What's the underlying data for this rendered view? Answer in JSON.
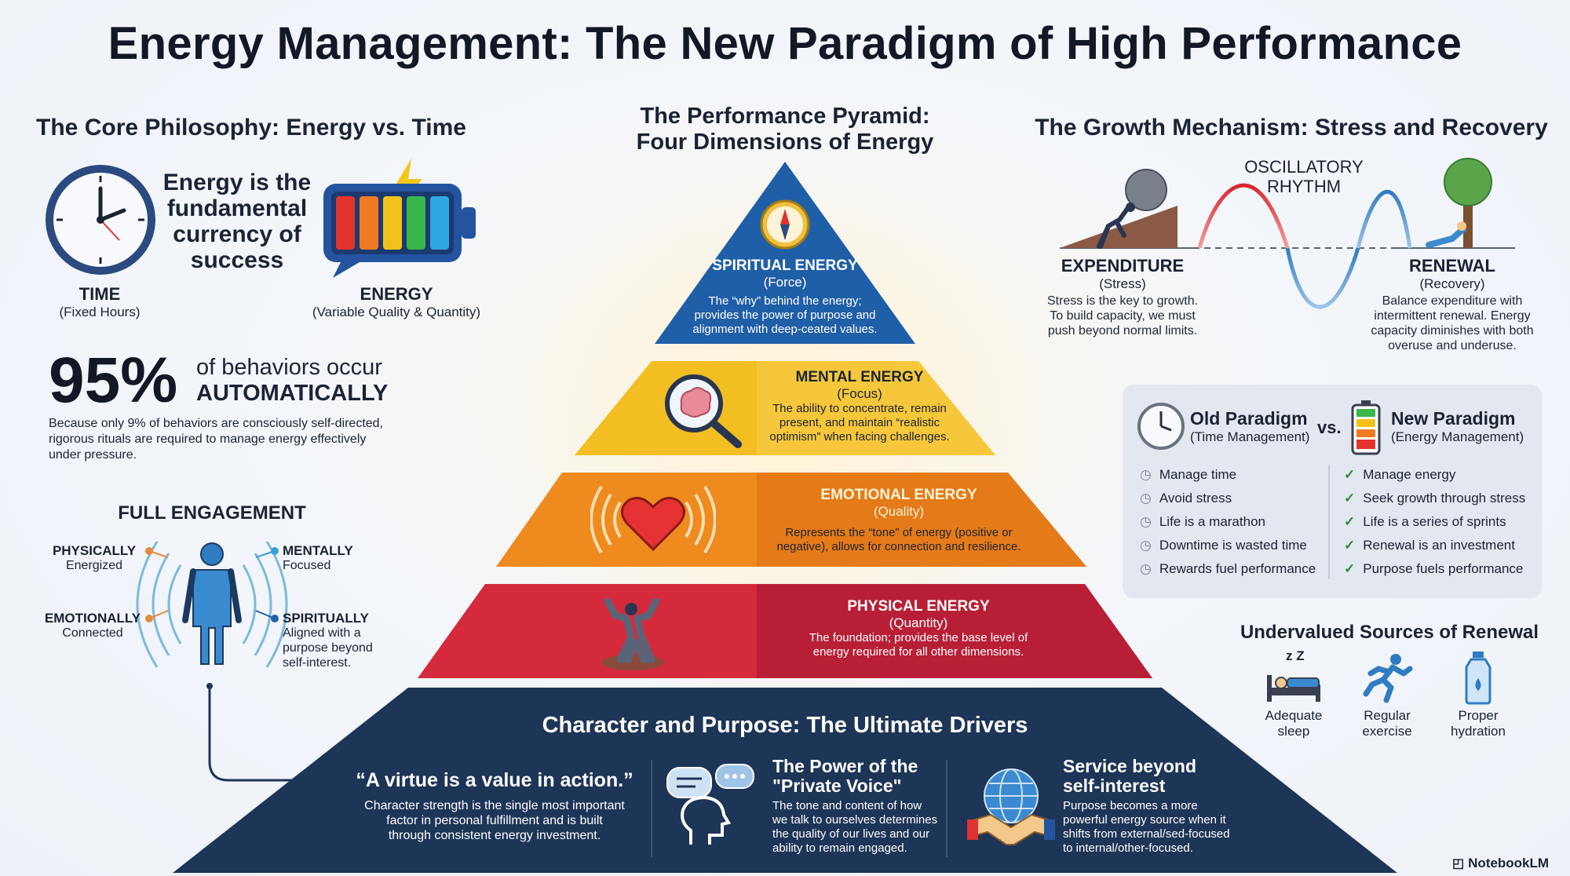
{
  "title": "Energy Management: The New Paradigm of High Performance",
  "core": {
    "heading": "The Core Philosophy: Energy vs. Time",
    "statement": [
      "Energy is the",
      "fundamental",
      "currency of",
      "success"
    ],
    "time_label": "TIME",
    "time_sub": "(Fixed Hours)",
    "energy_label": "ENERGY",
    "energy_sub": "(Variable Quality & Quantity)",
    "stat_number": "95%",
    "stat_line1": "of behaviors occur",
    "stat_line2": "AUTOMATICALLY",
    "stat_desc": [
      "Because only 9% of behaviors are consciously self-directed,",
      "rigorous rituals are required to manage energy effectively",
      "under pressure."
    ]
  },
  "engagement": {
    "heading": "FULL ENGAGEMENT",
    "physically": "PHYSICALLY",
    "physically_sub": "Energized",
    "mentally": "MENTALLY",
    "mentally_sub": "Focused",
    "emotionally": "EMOTIONALLY",
    "emotionally_sub": "Connected",
    "spiritually": "SPIRITUALLY",
    "spiritually_sub": [
      "Aligned with a",
      "purpose beyond",
      "self-interest."
    ]
  },
  "pyramid": {
    "heading": [
      "The Performance Pyramid:",
      "Four Dimensions of Energy"
    ],
    "spiritual": {
      "title": "SPIRITUAL ENERGY",
      "sub": "(Force)",
      "desc": [
        "The “why” behind the energy;",
        "provides the power of purpose and",
        "alignment with deep-ceated values."
      ]
    },
    "mental": {
      "title": "MENTAL ENERGY",
      "sub": "(Focus)",
      "desc": [
        "The ability to concentrate, remain",
        "present, and maintain “realistic",
        "optimism” when facing challenges."
      ]
    },
    "emotional": {
      "title": "EMOTIONAL ENERGY",
      "sub": "(Quality)",
      "desc": [
        "Represents the “tone” of energy (positive or",
        "negative), allows for connection and resilience."
      ]
    },
    "physical": {
      "title": "PHYSICAL ENERGY",
      "sub": "(Quantity)",
      "desc": [
        "The foundation; provides the base level of",
        "energy required for all other dimensions."
      ]
    }
  },
  "base": {
    "heading": "Character and Purpose: The Ultimate Drivers",
    "quote": "“A virtue is a value in action.”",
    "quote_desc": [
      "Character strength is the single most important",
      "factor in personal fulfillment and is built",
      "through consistent energy investment."
    ],
    "voice_title": [
      "The Power of the",
      "\"Private Voice\""
    ],
    "voice_desc": [
      "The tone and content of how",
      "we talk to ourselves determines",
      "the quality of our lives and our",
      "ability to remain engaged."
    ],
    "service_title": [
      "Service beyond",
      "self-interest"
    ],
    "service_desc": [
      "Purpose becomes a more",
      "powerful energy source when it",
      "shifts from external/sed-focused",
      "to internal/other-focused."
    ]
  },
  "growth": {
    "heading": "The Growth Mechanism: Stress and Recovery",
    "rhythm": [
      "OSCILLATORY",
      "RHYTHM"
    ],
    "expenditure": "EXPENDITURE",
    "expenditure_sub": "(Stress)",
    "expenditure_desc": [
      "Stress is the key to growth.",
      "To build capacity, we must",
      "push beyond normal limits."
    ],
    "renewal": "RENEWAL",
    "renewal_sub": "(Recovery)",
    "renewal_desc": [
      "Balance expenditure with",
      "intermittent renewal. Energy",
      "capacity diminishes with both",
      "overuse and underuse."
    ]
  },
  "paradigm": {
    "old_title": "Old Paradigm",
    "old_sub": "(Time Management)",
    "vs": "vs.",
    "new_title": "New Paradigm",
    "new_sub": "(Energy Management)",
    "old_items": [
      "Manage time",
      "Avoid stress",
      "Life is a marathon",
      "Downtime is wasted time",
      "Rewards fuel performance"
    ],
    "new_items": [
      "Manage energy",
      "Seek growth through stress",
      "Life is a series of sprints",
      "Renewal is an investment",
      "Purpose fuels performance"
    ],
    "colors": {
      "check": "#2e8b3c",
      "clock": "#7a8290"
    }
  },
  "renewal_sources": {
    "heading": "Undervalued Sources of Renewal",
    "sleep": [
      "Adequate",
      "sleep"
    ],
    "exercise": [
      "Regular",
      "exercise"
    ],
    "hydration": [
      "Proper",
      "hydration"
    ],
    "zz": "z Z"
  },
  "brand": "NotebookLM",
  "colors": {
    "spiritual": "#1f5fa8",
    "mental": "#f2be22",
    "emotional": "#ee8a1e",
    "physical": "#c8253a",
    "base": "#1d3557"
  }
}
